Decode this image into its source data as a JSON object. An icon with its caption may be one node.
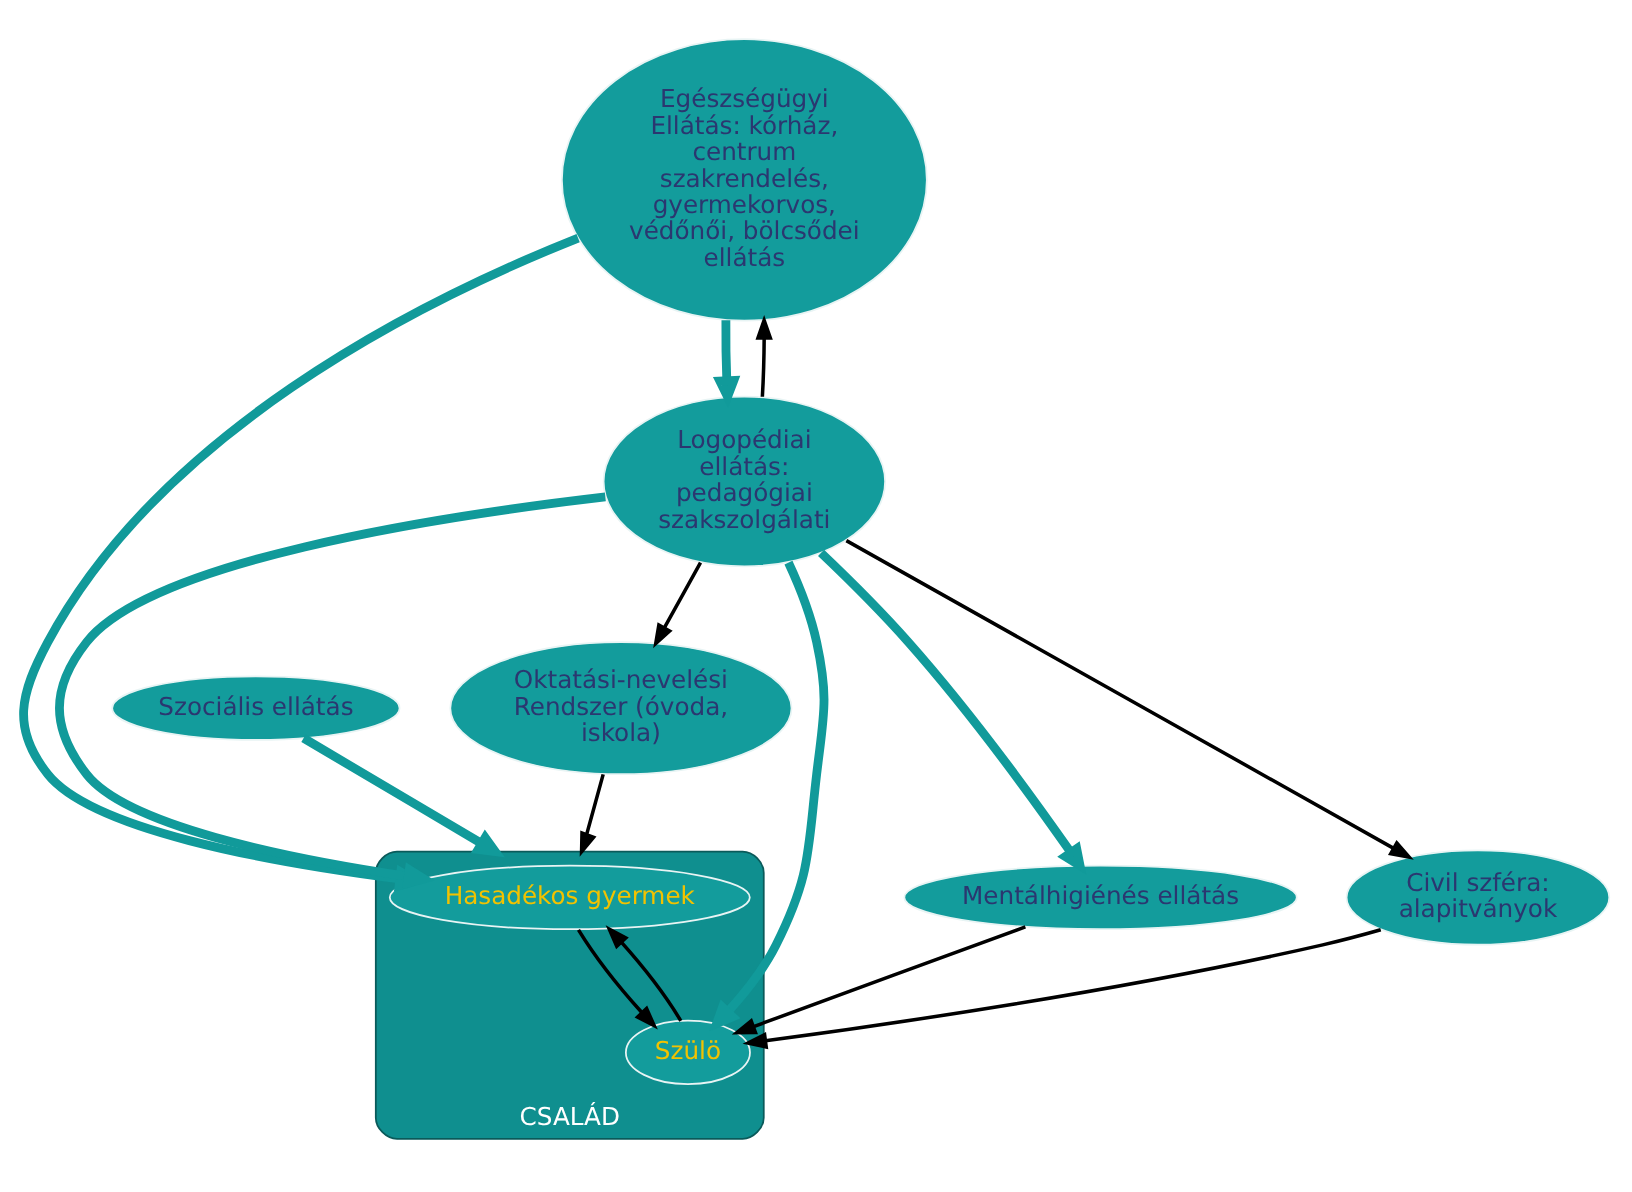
{
  "diagram": {
    "nodes": [
      {
        "text": [
          "Egészségügyi Ellátás: kórház, centrum szakrendelés, gyermekorvos, védőnői, bölcsődei ellátás"
        ]
      },
      {
        "text": [
          "Logopédiai ellátás: pedagógiai szakszolgálati"
        ]
      },
      {
        "text": [
          "Mentálhigiénés ellátás"
        ]
      },
      {
        "text": [
          "Szociális ellátás"
        ]
      },
      {
        "text": [
          "CSALÁD"
        ]
      },
      {
        "text": [
          "Hasadékos gyermek"
        ],
        "in": 4
      },
      {
        "text": [
          "Szülö"
        ],
        "in": 4
      },
      {
        "text": [
          "Civil szféra: alapitványok"
        ]
      },
      {
        "text": [
          "Oktatási-nevelési Rendszer (óvoda, iskola)"
        ]
      }
    ],
    "edges": [
      {
        "from": 0,
        "to": 1,
        "arrow": "to",
        "style": "thick",
        "color": "#119a9a"
      },
      {
        "from": 1,
        "to": 2,
        "arrow": "to",
        "style": "thick",
        "color": "#119a9a"
      },
      {
        "from": 3,
        "to": 4,
        "arrow": "to",
        "style": "thick",
        "color": "#119a9a"
      },
      {
        "from": 0,
        "to": 5,
        "arrow": "to",
        "style": "thick",
        "color": "#119a9a"
      },
      {
        "from": 1,
        "to": 5,
        "arrow": "to",
        "style": "thick",
        "color": "#119a9a"
      },
      {
        "from": 1,
        "to": 6,
        "arrow": "to",
        "style": "thick",
        "color": "#119a9a"
      },
      {
        "from": 1,
        "to": 0,
        "arrow": "to"
      },
      {
        "from": 1,
        "to": 7,
        "arrow": "to"
      },
      {
        "from": 2,
        "to": 6,
        "arrow": "to"
      },
      {
        "from": 1,
        "to": 8,
        "arrow": "to"
      },
      {
        "from": 6,
        "to": 5,
        "arrow": "to"
      },
      {
        "from": 5,
        "to": 6,
        "arrow": "to"
      },
      {
        "from": 7,
        "to": 6,
        "arrow": "to"
      },
      {
        "from": 8,
        "to": 4,
        "arrow": "to"
      }
    ]
  }
}
